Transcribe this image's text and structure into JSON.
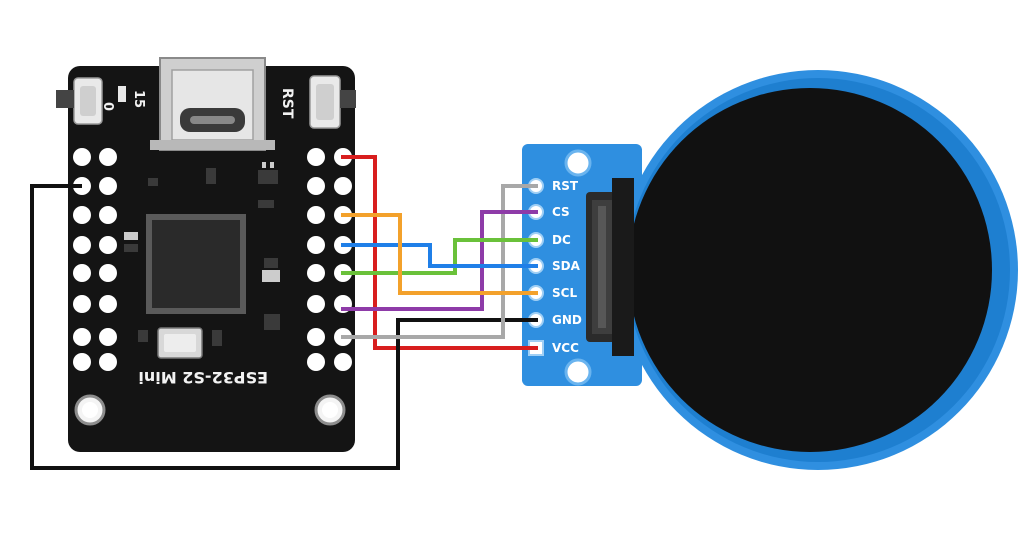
{
  "esp_board": {
    "model_label": "ESP32-S2 Mini",
    "button_left_label": "0",
    "button_left_number": "15",
    "button_right_label": "RST",
    "pcb_color": "#141414",
    "pad_color": "#ffffff",
    "chip_color": "#2a2a2a"
  },
  "display_module": {
    "pcb_color": "#2f8fe0",
    "bezel_color": "#1e7fd0",
    "screen_color": "#111111",
    "pins": [
      {
        "label": "RST"
      },
      {
        "label": "CS"
      },
      {
        "label": "DC"
      },
      {
        "label": "SDA"
      },
      {
        "label": "SCL"
      },
      {
        "label": "GND"
      },
      {
        "label": "VCC"
      }
    ]
  },
  "wires": [
    {
      "id": "vcc",
      "color": "#d81e1e"
    },
    {
      "id": "gnd",
      "color": "#111111"
    },
    {
      "id": "rst",
      "color": "#a8a8a8"
    },
    {
      "id": "cs",
      "color": "#8e3ba8"
    },
    {
      "id": "dc",
      "color": "#6ac13a"
    },
    {
      "id": "sda",
      "color": "#1f7fe8"
    },
    {
      "id": "scl",
      "color": "#f3a12b"
    }
  ]
}
